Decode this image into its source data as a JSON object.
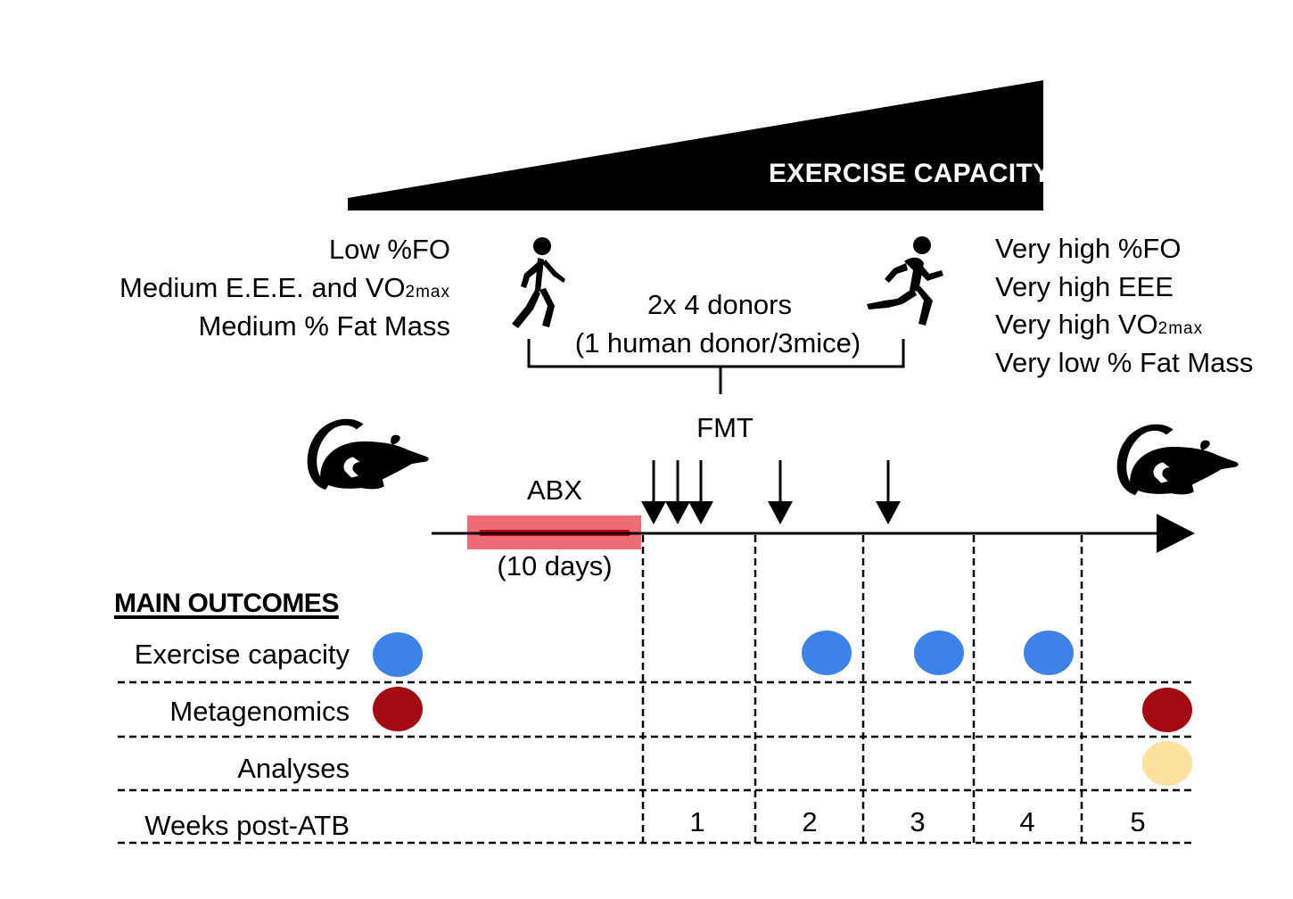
{
  "header": {
    "exercise_capacity_label": "EXERCISE CAPACITY"
  },
  "low_donor": {
    "line1": "Low %FO",
    "line2_main": "Medium E.E.E. and VO",
    "line2_sub": "2max",
    "line3": "Medium % Fat Mass"
  },
  "high_donor": {
    "line1": "Very high %FO",
    "line2": "Very high EEE",
    "line3_main": "Very high VO",
    "line3_sub": "2max",
    "line4": "Very low % Fat Mass"
  },
  "donors": {
    "line1": "2x 4 donors",
    "line2": "(1 human donor/3mice)"
  },
  "fmt_label": "FMT",
  "abx": {
    "label": "ABX",
    "duration": "(10 days)"
  },
  "outcomes": {
    "title": "MAIN OUTCOMES",
    "rows": [
      "Exercise capacity",
      "Metagenomics",
      "Analyses"
    ],
    "weeks_label": "Weeks post-ATB",
    "weeks": [
      "1",
      "2",
      "3",
      "4",
      "5"
    ]
  },
  "colors": {
    "exercise_capacity_dot": "#3d82e8",
    "metagenomics_dot": "#a50a12",
    "analyses_dot": "#fbe19b",
    "abx_bar_fill": "#ef6b78",
    "abx_bar_line": "#c00010"
  },
  "icons": [
    "walking-person-icon",
    "running-person-icon",
    "mouse-icon"
  ]
}
